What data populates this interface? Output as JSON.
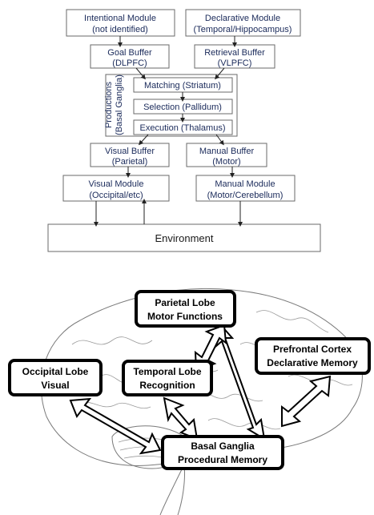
{
  "top_diagram": {
    "intentional_module": {
      "line1": "Intentional Module",
      "line2": "(not identified)"
    },
    "declarative_module": {
      "line1": "Declarative Module",
      "line2": "(Temporal/Hippocampus)"
    },
    "goal_buffer": {
      "line1": "Goal Buffer",
      "line2": "(DLPFC)"
    },
    "retrieval_buffer": {
      "line1": "Retrieval Buffer",
      "line2": "(VLPFC)"
    },
    "productions": {
      "line1": "Productions",
      "line2": "(Basal Ganglia)"
    },
    "matching": "Matching (Striatum)",
    "selection": "Selection (Pallidum)",
    "execution": "Execution (Thalamus)",
    "visual_buffer": {
      "line1": "Visual Buffer",
      "line2": "(Parietal)"
    },
    "manual_buffer": {
      "line1": "Manual Buffer",
      "line2": "(Motor)"
    },
    "visual_module": {
      "line1": "Visual Module",
      "line2": "(Occipital/etc)"
    },
    "manual_module": {
      "line1": "Manual Module",
      "line2": "(Motor/Cerebellum)"
    },
    "environment": "Environment"
  },
  "brain_diagram": {
    "parietal": {
      "line1": "Parietal Lobe",
      "line2": "Motor Functions"
    },
    "prefrontal": {
      "line1": "Prefrontal Cortex",
      "line2": "Declarative Memory"
    },
    "occipital": {
      "line1": "Occipital Lobe",
      "line2": "Visual"
    },
    "temporal": {
      "line1": "Temporal Lobe",
      "line2": "Recognition"
    },
    "basal": {
      "line1": "Basal Ganglia",
      "line2": "Procedural Memory"
    }
  }
}
